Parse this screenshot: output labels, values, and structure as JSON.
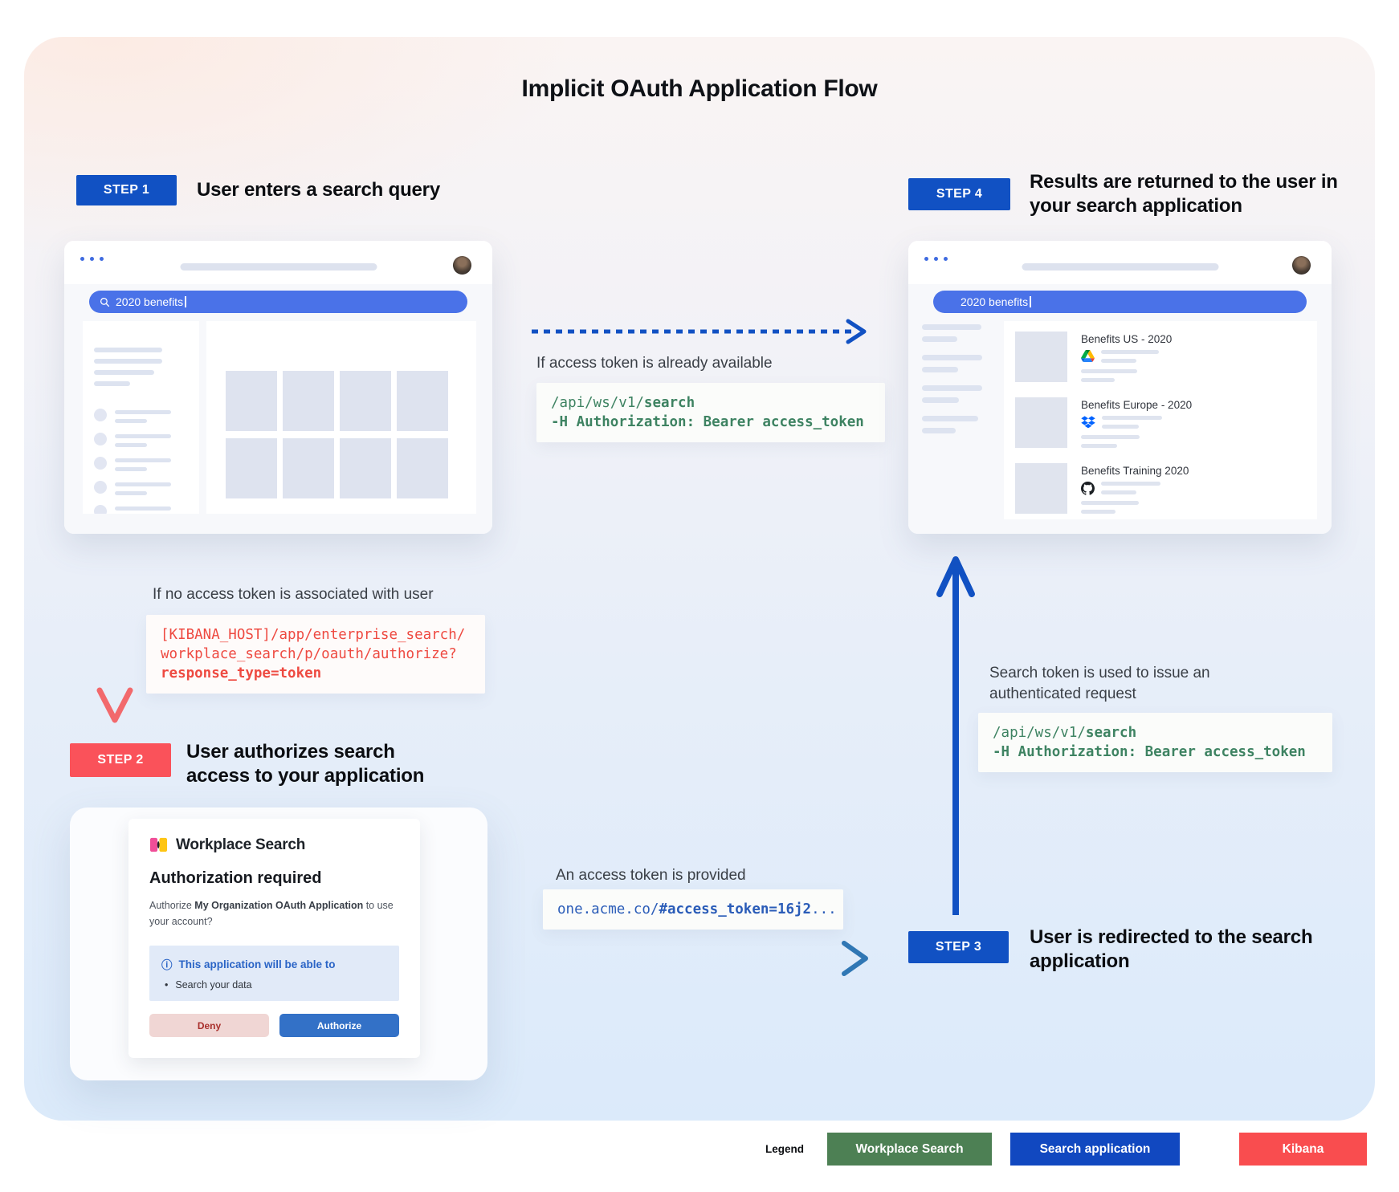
{
  "title": "Implicit OAuth Application Flow",
  "steps": {
    "s1": {
      "badge": "STEP 1",
      "heading": "User enters a search query"
    },
    "s2": {
      "badge": "STEP 2",
      "heading": "User authorizes search access to your application"
    },
    "s3": {
      "badge": "STEP 3",
      "heading": "User is redirected to the search application"
    },
    "s4": {
      "badge": "STEP 4",
      "heading": "Results are returned to the user in your search application"
    }
  },
  "browser1": {
    "search_query": "2020 benefits"
  },
  "browser2": {
    "search_query": "2020 benefits",
    "results": [
      {
        "title": "Benefits US - 2020",
        "source_icon": "google-drive-icon"
      },
      {
        "title": "Benefits Europe - 2020",
        "source_icon": "dropbox-icon"
      },
      {
        "title": "Benefits Training 2020",
        "source_icon": "github-icon"
      }
    ]
  },
  "annotations": {
    "token_available": {
      "label": "If access token is already available"
    },
    "no_token": {
      "label": "If no access token is associated with user"
    },
    "token_provided": {
      "label": "An access token is provided"
    },
    "auth_request": {
      "label": "Search token is used to issue an authenticated request"
    }
  },
  "code": {
    "api": {
      "line1_pre": "/api/ws/v1/",
      "line1_bold": "search",
      "line2_bold": "-H Authorization: Bearer access_token"
    },
    "kibana": {
      "line1": "[KIBANA_HOST]/app/enterprise_search/",
      "line2": "workplace_search/p/oauth/authorize?",
      "line3_bold": "response_type=token"
    },
    "redirect": {
      "pre": "one.acme.co/",
      "bold": "#access_token=16j2",
      "ellipsis": "..."
    }
  },
  "dialog": {
    "app_name": "Workplace Search",
    "heading": "Authorization required",
    "body_pre": "Authorize ",
    "body_bold": "My Organization OAuth Application",
    "body_post": " to use your account?",
    "info_icon": "ⓘ",
    "scope_title": "This application will be able to",
    "scope_bullet": "•",
    "scope_item": "Search your data",
    "deny_label": "Deny",
    "authorize_label": "Authorize"
  },
  "legend": {
    "label": "Legend",
    "items": [
      {
        "label": "Workplace Search",
        "color": "#4d8054"
      },
      {
        "label": "Search application",
        "color": "#1148c0"
      },
      {
        "label": "Kibana",
        "color": "#f94d4f"
      }
    ]
  },
  "colors": {
    "step_blue": "#1151c3",
    "step_red": "#fa525a",
    "search_pill_blue": "#4a72e8",
    "code_green": "#3e8362",
    "code_red": "#ee4a41",
    "code_blue": "#2a5cb8",
    "arrow_blue": "#1151c3",
    "arrow_red": "#ee6467"
  }
}
